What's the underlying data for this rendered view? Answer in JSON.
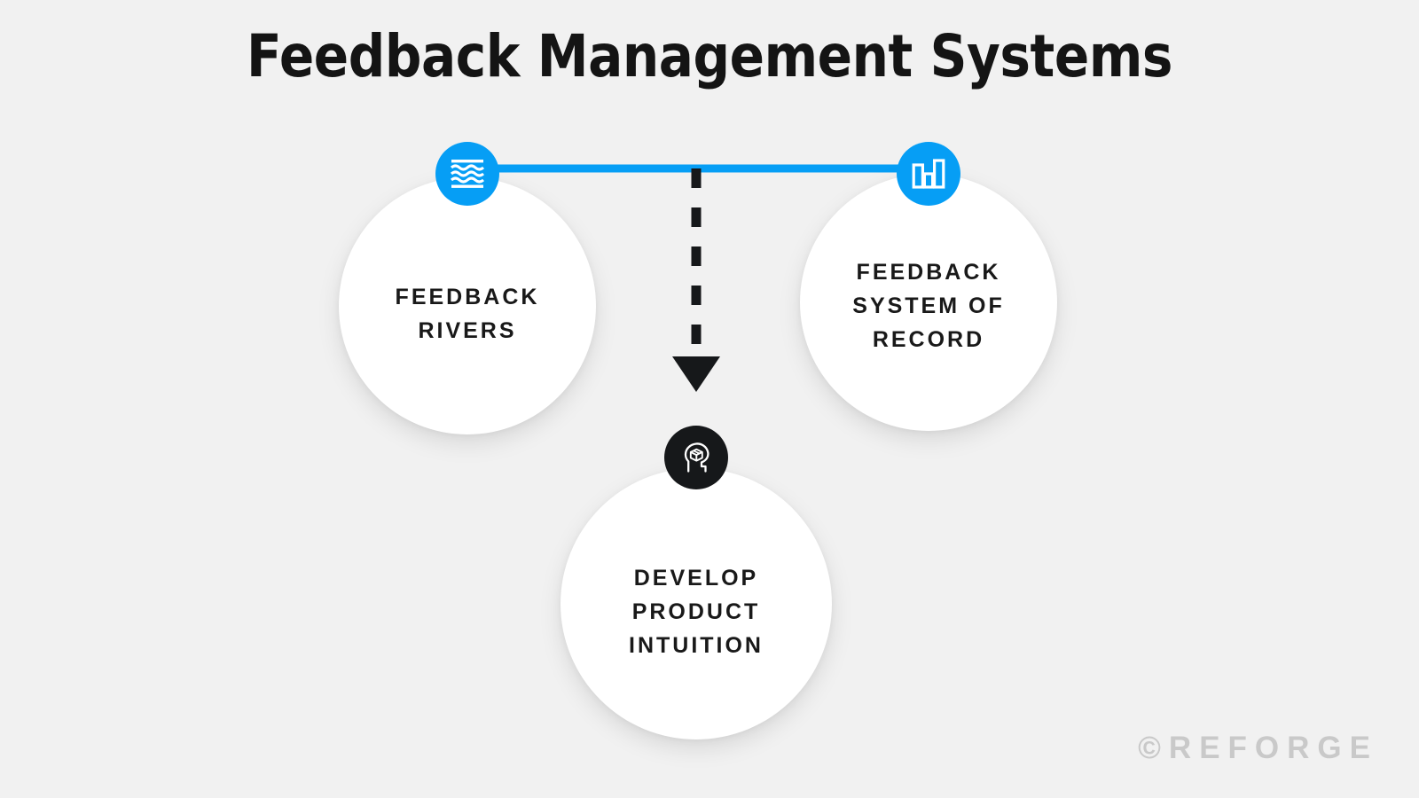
{
  "page": {
    "title": "Feedback Management Systems",
    "background_color": "#f1f1f1"
  },
  "colors": {
    "accent_blue": "#069ef5",
    "node_black": "#16181a",
    "text_dark": "#191919",
    "watermark_gray": "#c9c9c9",
    "circle_white": "#ffffff"
  },
  "diagram": {
    "type": "node-link",
    "nodes": [
      {
        "id": "feedback-rivers",
        "label": "FEEDBACK\nRIVERS",
        "icon": "waves-icon",
        "icon_badge_color": "#069ef5",
        "position": "left"
      },
      {
        "id": "feedback-system-of-record",
        "label": "FEEDBACK\nSYSTEM OF\nRECORD",
        "icon": "bar-chart-icon",
        "icon_badge_color": "#069ef5",
        "position": "right"
      },
      {
        "id": "develop-product-intuition",
        "label": "DEVELOP\nPRODUCT\nINTUITION",
        "icon": "head-with-box-icon",
        "icon_badge_color": "#16181a",
        "position": "bottom-center"
      }
    ],
    "connectors": [
      {
        "id": "rivers-to-system-of-record",
        "style": "solid",
        "color": "#069ef5",
        "from": "feedback-rivers",
        "to": "feedback-system-of-record",
        "arrow": false
      },
      {
        "id": "systems-to-intuition",
        "style": "dashed",
        "color": "#16181a",
        "from": "rivers-to-system-of-record",
        "to": "develop-product-intuition",
        "arrow": true
      }
    ]
  },
  "watermark": {
    "text": "©REFORGE"
  }
}
